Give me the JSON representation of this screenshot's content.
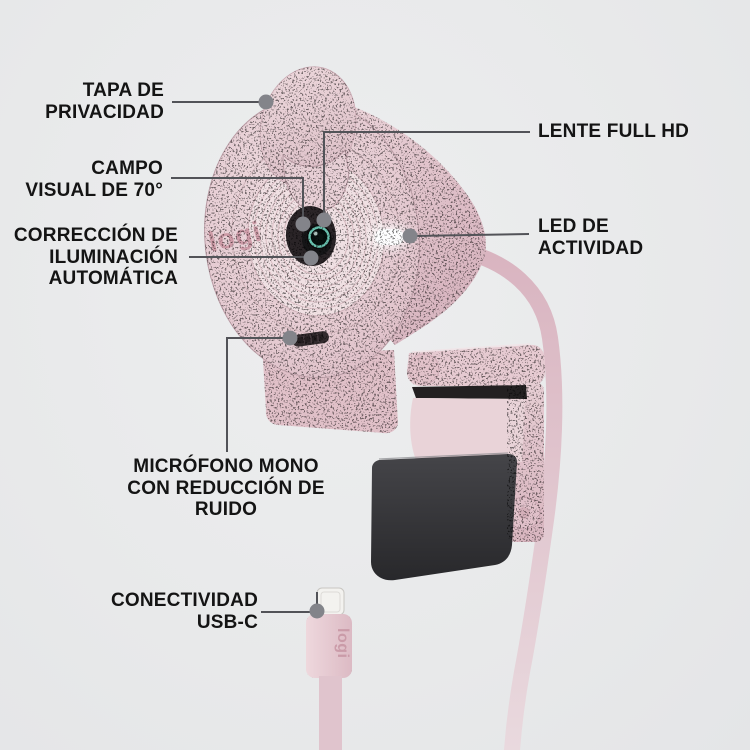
{
  "page": {
    "type": "product feature callout diagram",
    "background": "#e9eaeb",
    "language": "es"
  },
  "product": {
    "description": "rose webcam with privacy cap, monitor clip and USB-C cable",
    "body_logo": "logi",
    "plug_logo": "logi"
  },
  "colors": {
    "rose_body": "#e6cdd3",
    "rose_shadow": "#d9b6c0",
    "inner_disc": "#f0e0e3",
    "logo_rose": "#cb96a3",
    "label_text": "#141414",
    "callout_line": "#525358",
    "callout_dot": "#83848a",
    "lens_ring_teal": "#69c2af",
    "led_white": "#fdfdfe",
    "clip_flap_dark": "#39393c",
    "usb_tip_silver": "#f3f2ef"
  },
  "callouts": {
    "privacy_cover": {
      "line1": "TAPA DE",
      "line2": "PRIVACIDAD"
    },
    "field_of_view": {
      "line1": "CAMPO",
      "line2": "VISUAL DE 70°"
    },
    "light_correction": {
      "line1": "CORRECCIÓN DE",
      "line2": "ILUMINACIÓN",
      "line3": "AUTOMÁTICA"
    },
    "full_hd_lens": {
      "line1": "LENTE FULL HD"
    },
    "activity_led": {
      "line1": "LED DE",
      "line2": "ACTIVIDAD"
    },
    "mono_mic": {
      "line1": "MICRÓFONO MONO",
      "line2": "CON REDUCCIÓN DE",
      "line3": "RUIDO"
    },
    "usb_c": {
      "line1": "CONECTIVIDAD",
      "line2": "USB-C"
    }
  }
}
